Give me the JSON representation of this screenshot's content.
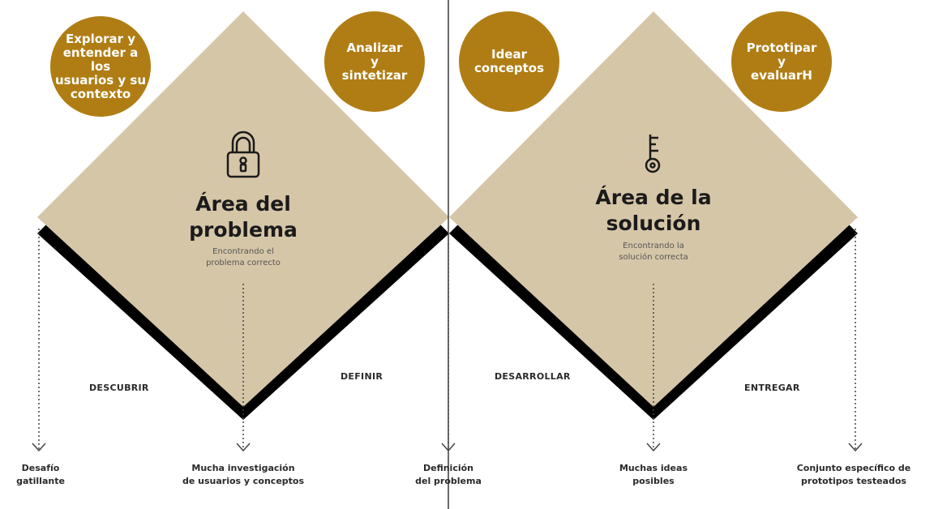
{
  "colors": {
    "diamond_fill": "#d6c6a8",
    "shadow": "#000000",
    "badge": "#b07d14",
    "divider": "#3a3a3a"
  },
  "badges": [
    {
      "lines": [
        "Explorar y",
        "entender a los",
        "usuarios y su",
        "contexto"
      ]
    },
    {
      "lines": [
        "Analizar",
        "y",
        "sintetizar"
      ]
    },
    {
      "lines": [
        "Idear",
        "conceptos"
      ]
    },
    {
      "lines": [
        "Prototipar",
        "y",
        "evaluarH"
      ]
    }
  ],
  "problem_area": {
    "icon": "padlock-icon",
    "title_line1": "Área del",
    "title_line2": "problema",
    "subtitle_line1": "Encontrando el",
    "subtitle_line2": "problema correcto"
  },
  "solution_area": {
    "icon": "key-icon",
    "title_line1": "Área de la",
    "title_line2": "solución",
    "subtitle_line1": "Encontrando la",
    "subtitle_line2": "solución correcta"
  },
  "phases": {
    "discover": "DESCUBRIR",
    "define": "DEFINIR",
    "develop": "DESARROLLAR",
    "deliver": "ENTREGAR"
  },
  "outcomes": [
    {
      "line1": "Desafío",
      "line2": "gatillante"
    },
    {
      "line1": "Mucha investigación",
      "line2": "de usuarios y conceptos"
    },
    {
      "line1": "Definición",
      "line2": "del problema"
    },
    {
      "line1": "Muchas ideas",
      "line2": "posibles"
    },
    {
      "line1": "Conjunto específico de",
      "line2": "prototipos testeados"
    }
  ]
}
